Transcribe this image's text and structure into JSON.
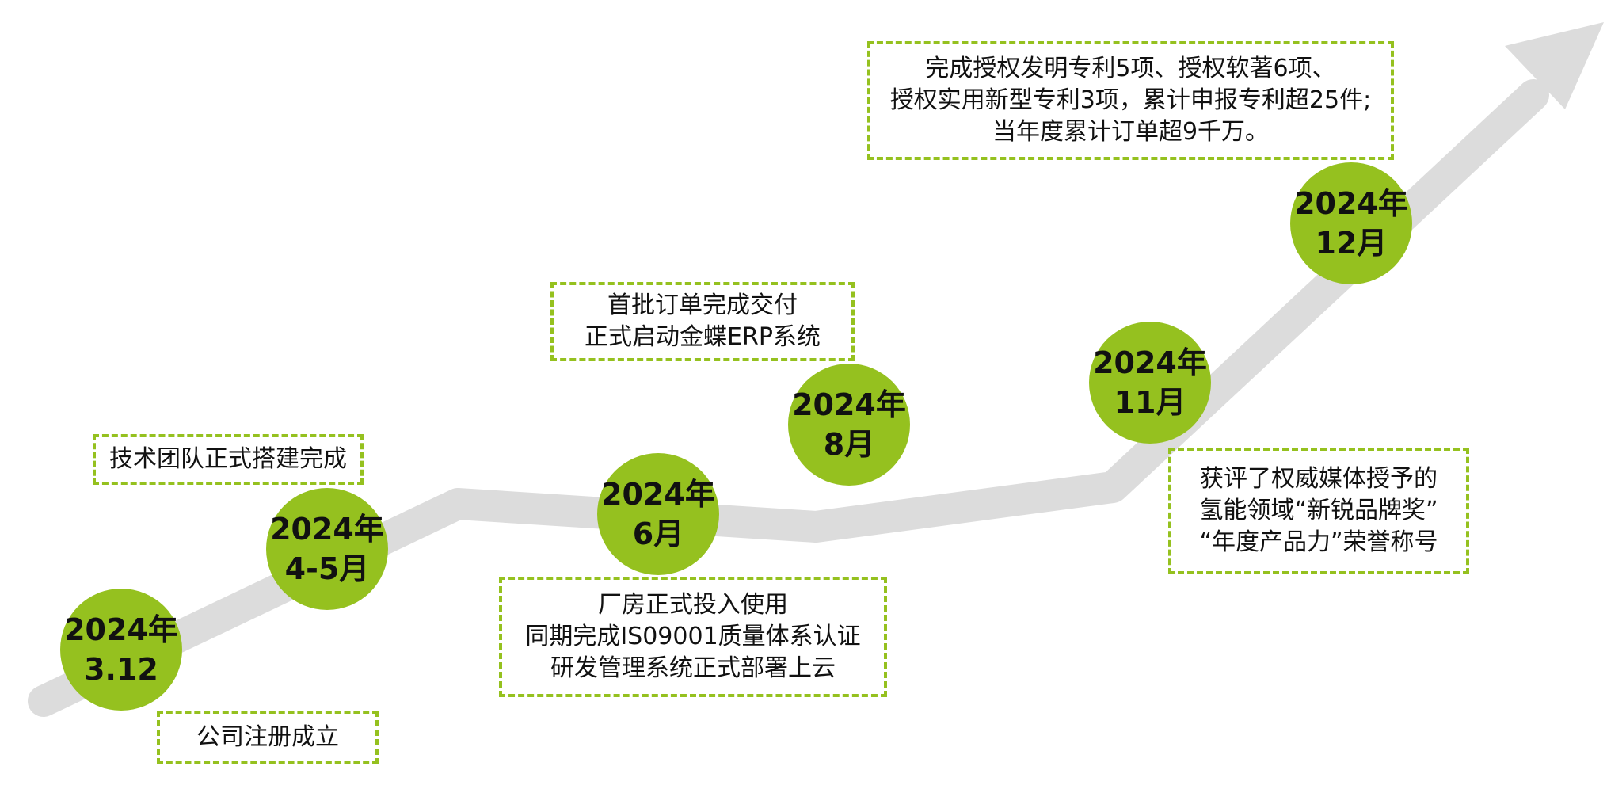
{
  "colors": {
    "accent": "#95c11f",
    "track": "#dcdcdc",
    "text": "#111111"
  },
  "milestones": [
    {
      "year": "2024年",
      "date": "3.12"
    },
    {
      "year": "2024年",
      "date": "4-5月"
    },
    {
      "year": "2024年",
      "date": "6月"
    },
    {
      "year": "2024年",
      "date": "8月"
    },
    {
      "year": "2024年",
      "date": "11月"
    },
    {
      "year": "2024年",
      "date": "12月"
    }
  ],
  "notes": [
    {
      "lines": [
        "公司注册成立"
      ]
    },
    {
      "lines": [
        "技术团队正式搭建完成"
      ]
    },
    {
      "lines": [
        "厂房正式投入使用",
        "同期完成IS09001质量体系认证",
        "研发管理系统正式部署上云"
      ]
    },
    {
      "lines": [
        "首批订单完成交付",
        "正式启动金蝶ERP系统"
      ]
    },
    {
      "lines": [
        "获评了权威媒体授予的",
        "氢能领域“新锐品牌奖”",
        "“年度产品力”荣誉称号"
      ]
    },
    {
      "lines": [
        "完成授权发明专利5项、授权软著6项、",
        "授权实用新型专利3项，累计申报专利超25件;",
        "当年度累计订单超9千万。"
      ]
    }
  ]
}
